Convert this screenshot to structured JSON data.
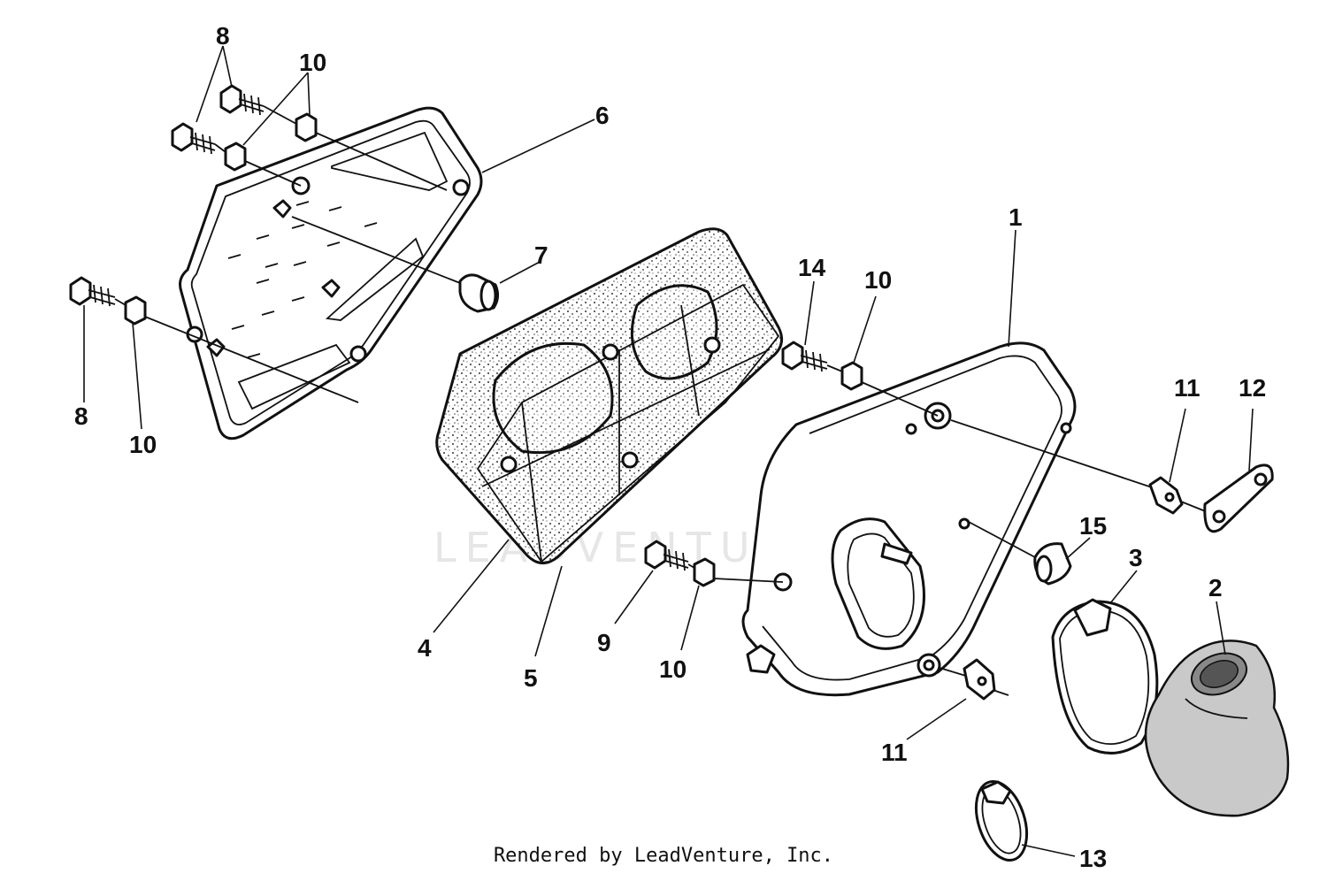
{
  "diagram": {
    "callouts": {
      "c1": "1",
      "c2": "2",
      "c3": "3",
      "c4": "4",
      "c5": "5",
      "c6": "6",
      "c7": "7",
      "c8a": "8",
      "c8b": "8",
      "c9": "9",
      "c10a": "10",
      "c10b": "10",
      "c10c": "10",
      "c10d": "10",
      "c11a": "11",
      "c11b": "11",
      "c12": "12",
      "c13": "13",
      "c14": "14",
      "c15": "15"
    },
    "watermark": "LEADVENTURE",
    "footer": "Rendered by LeadVenture, Inc."
  }
}
